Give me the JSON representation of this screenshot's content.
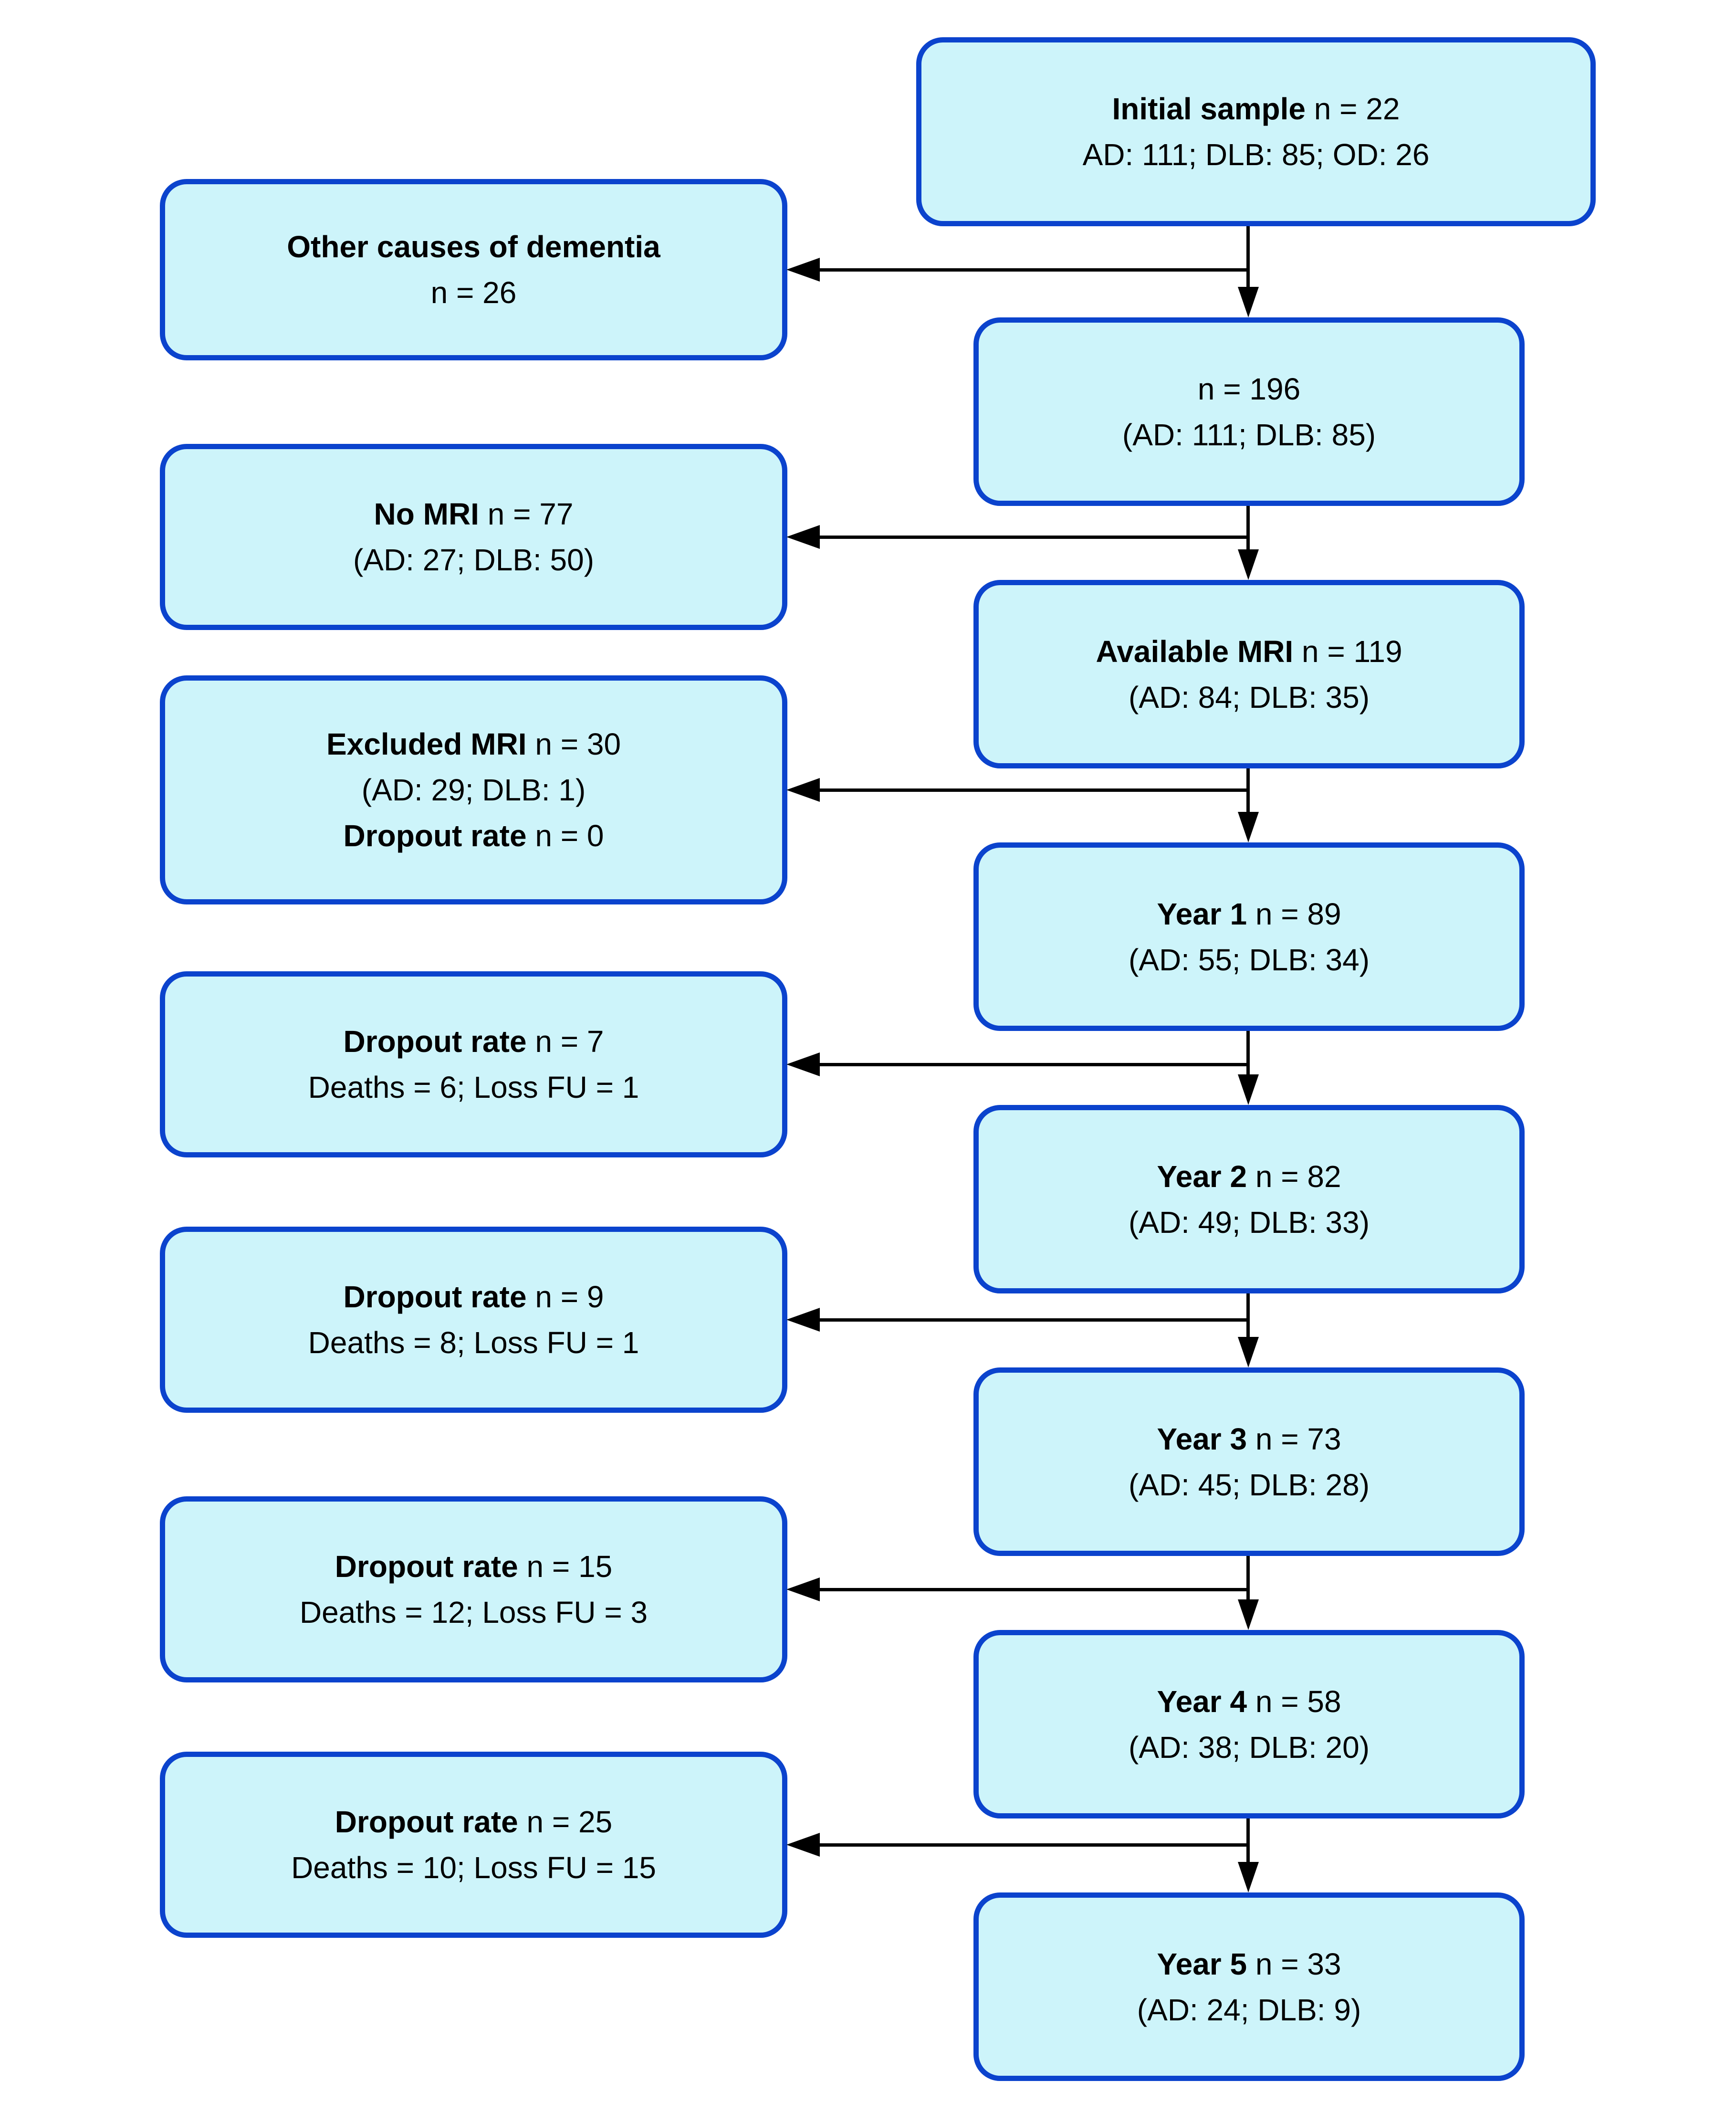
{
  "colors": {
    "background": "#ffffff",
    "box_fill": "#cdf4fa",
    "box_border": "#0b43cd",
    "arrow": "#000000",
    "text": "#000000"
  },
  "diagram": {
    "type": "patient-flow-chart",
    "right_column": [
      {
        "name": "initial-sample",
        "lines": [
          {
            "b": "Initial sample",
            "r": " n = 22"
          },
          {
            "b": "",
            "r": "AD: 111; DLB: 85; OD: 26"
          }
        ]
      },
      {
        "name": "after-exclusion",
        "lines": [
          {
            "b": "",
            "r": "n = 196"
          },
          {
            "b": "",
            "r": "(AD: 111; DLB: 85)"
          }
        ]
      },
      {
        "name": "available-mri",
        "lines": [
          {
            "b": "Available MRI",
            "r": " n = 119"
          },
          {
            "b": "",
            "r": "(AD: 84; DLB: 35)"
          }
        ]
      },
      {
        "name": "year-1",
        "lines": [
          {
            "b": "Year 1",
            "r": " n = 89"
          },
          {
            "b": "",
            "r": "(AD: 55; DLB: 34)"
          }
        ]
      },
      {
        "name": "year-2",
        "lines": [
          {
            "b": "Year 2",
            "r": " n = 82"
          },
          {
            "b": "",
            "r": "(AD: 49; DLB: 33)"
          }
        ]
      },
      {
        "name": "year-3",
        "lines": [
          {
            "b": "Year 3",
            "r": " n = 73"
          },
          {
            "b": "",
            "r": "(AD: 45; DLB: 28)"
          }
        ]
      },
      {
        "name": "year-4",
        "lines": [
          {
            "b": "Year 4",
            "r": " n = 58"
          },
          {
            "b": "",
            "r": "(AD: 38; DLB: 20)"
          }
        ]
      },
      {
        "name": "year-5",
        "lines": [
          {
            "b": "Year 5",
            "r": " n = 33"
          },
          {
            "b": "",
            "r": "(AD: 24; DLB: 9)"
          }
        ]
      }
    ],
    "left_column": [
      {
        "name": "other-causes-of-dementia",
        "lines": [
          {
            "b": "Other causes of dementia",
            "r": ""
          },
          {
            "b": "",
            "r": "n = 26"
          }
        ]
      },
      {
        "name": "no-mri",
        "lines": [
          {
            "b": "No MRI",
            "r": " n = 77"
          },
          {
            "b": "",
            "r": "(AD: 27; DLB: 50)"
          }
        ]
      },
      {
        "name": "excluded-mri",
        "lines": [
          {
            "b": "Excluded MRI",
            "r": " n = 30"
          },
          {
            "b": "",
            "r": "(AD: 29; DLB: 1)"
          },
          {
            "b": "Dropout rate",
            "r": " n = 0"
          }
        ]
      },
      {
        "name": "dropout-year-1",
        "lines": [
          {
            "b": "Dropout rate",
            "r": " n = 7"
          },
          {
            "b": "",
            "r": "Deaths = 6; Loss FU = 1"
          }
        ]
      },
      {
        "name": "dropout-year-2",
        "lines": [
          {
            "b": "Dropout rate",
            "r": " n = 9"
          },
          {
            "b": "",
            "r": "Deaths = 8; Loss FU = 1"
          }
        ]
      },
      {
        "name": "dropout-year-3",
        "lines": [
          {
            "b": "Dropout rate",
            "r": " n = 15"
          },
          {
            "b": "",
            "r": "Deaths = 12; Loss FU = 3"
          }
        ]
      },
      {
        "name": "dropout-year-4",
        "lines": [
          {
            "b": "Dropout rate",
            "r": " n = 25"
          },
          {
            "b": "",
            "r": "Deaths = 10; Loss FU = 15"
          }
        ]
      }
    ]
  }
}
